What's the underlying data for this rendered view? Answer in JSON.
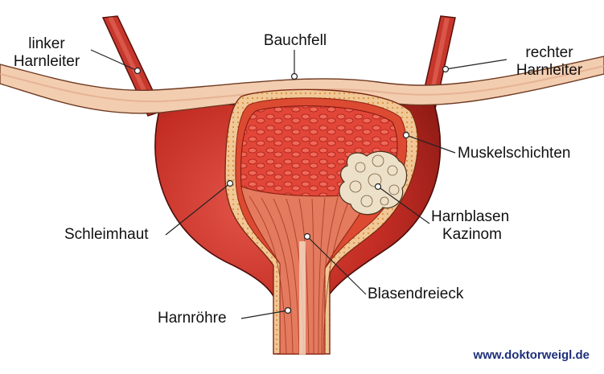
{
  "labels": {
    "left_ureter": [
      "linker",
      "Harnleiter"
    ],
    "right_ureter": [
      "rechter",
      "Harnleiter"
    ],
    "peritoneum": "Bauchfell",
    "muscle_layers": "Muskelschichten",
    "carcinoma": [
      "Harnblasen",
      "Kazinom"
    ],
    "mucosa": "Schleimhaut",
    "trigone": "Blasendreieck",
    "urethra": "Harnröhre"
  },
  "credit": "www.doktorweigl.de",
  "colors": {
    "bladder_wall": "#c8352a",
    "bladder_inner": "#d93a2e",
    "peritoneum": "#f3cdb0",
    "tumor": "#e9dcc4",
    "text": "#111111",
    "credit": "#1d2f7a"
  }
}
